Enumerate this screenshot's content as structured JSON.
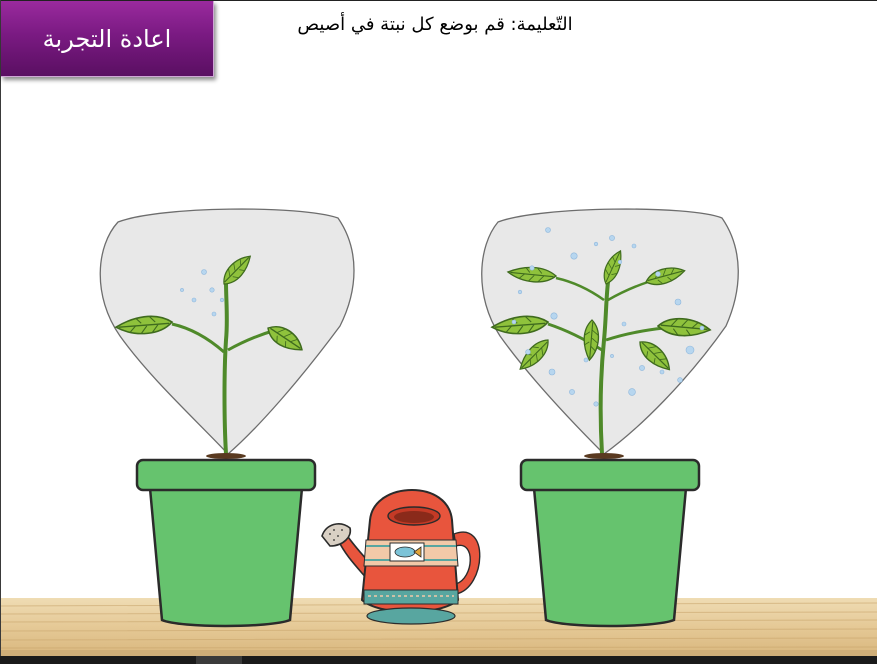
{
  "toolbar": {
    "retry_label": "اعادة التجربة"
  },
  "instruction": {
    "text": "التّعليمة: قم بوضع كل نبتة في أصيص"
  },
  "scene": {
    "plants": [
      {
        "id": "plant-left",
        "state": "in-pot",
        "drops": "few"
      },
      {
        "id": "plant-right",
        "state": "in-pot",
        "drops": "many"
      }
    ],
    "colors": {
      "pot": "#66c36e",
      "pot_outline": "#2b2b2b",
      "dome": "#e6e6e6",
      "leaf": "#8fc23c",
      "stem": "#4f8a2a",
      "can": "#e8553d",
      "table": "#e7cfa2",
      "retry_button": "#7a1a82"
    },
    "icons": [
      "watering-can-icon",
      "fish-icon"
    ]
  }
}
